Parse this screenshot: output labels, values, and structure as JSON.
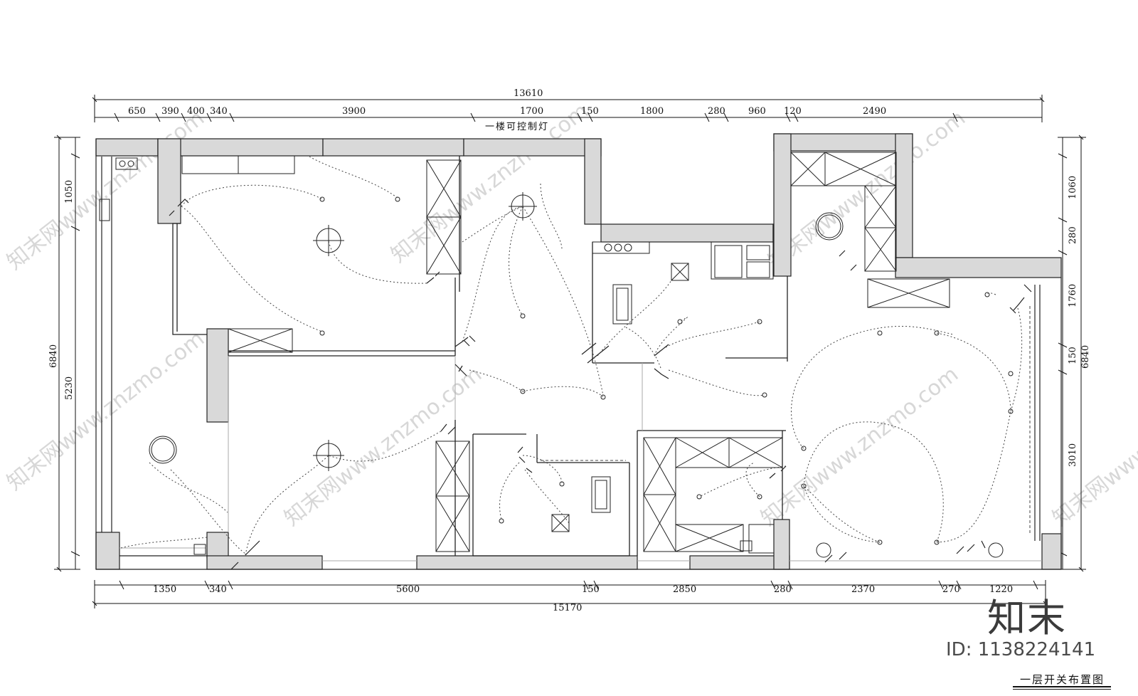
{
  "drawing": {
    "title": "一层开关布置图",
    "zone_label": "一楼可控制灯"
  },
  "dimensions": {
    "top_total": "13610",
    "top_segments": [
      "650",
      "390",
      "400",
      "340",
      "3900",
      "1700",
      "150",
      "1800",
      "280",
      "960",
      "120",
      "2490"
    ],
    "bottom_total": "15170",
    "bottom_segments": [
      "1350",
      "340",
      "5600",
      "150",
      "2850",
      "280",
      "2370",
      "270",
      "1220"
    ],
    "left_total": "6840",
    "left_segments": [
      "1050",
      "5230"
    ],
    "right_total": "6840",
    "right_segments": [
      "1060",
      "280",
      "1760",
      "150",
      "3010"
    ]
  },
  "watermark": {
    "brand": "知末",
    "id_text": "ID: 1138224141",
    "repeat_text": "知末网www.znzmo.com"
  }
}
